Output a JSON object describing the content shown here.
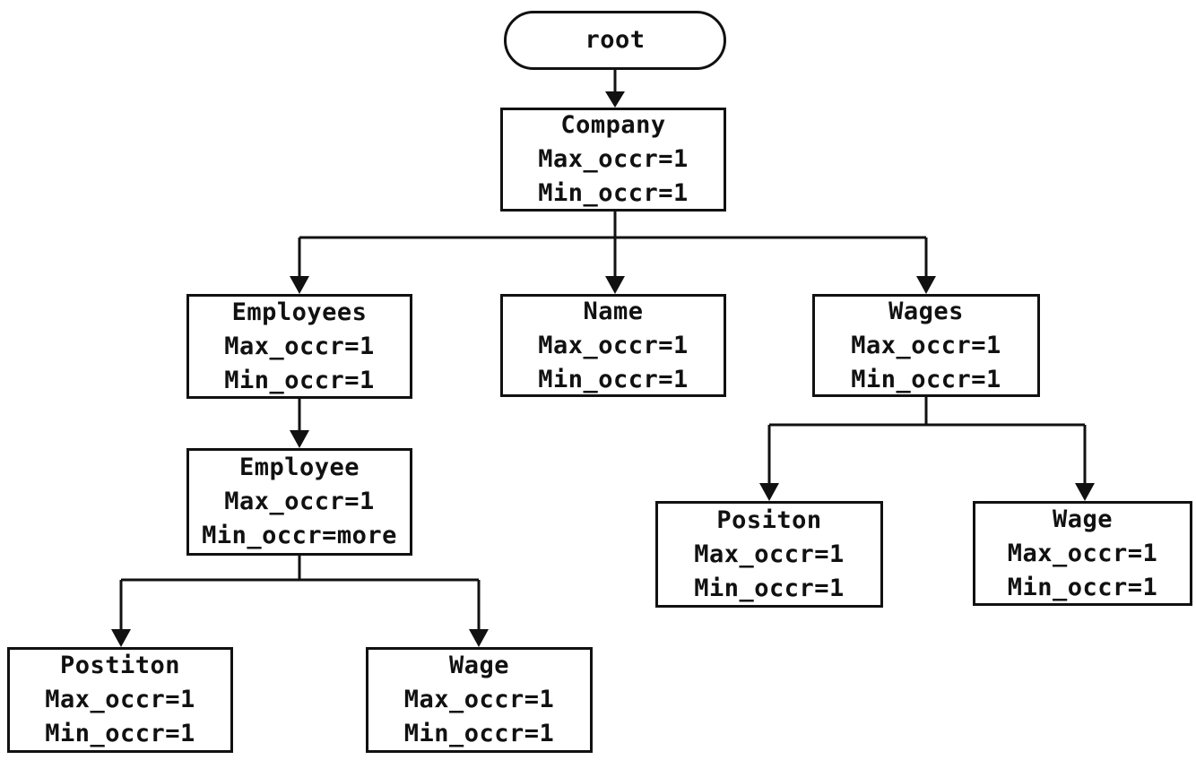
{
  "diagram": {
    "colors": {
      "stroke": "#111111",
      "background": "#ffffff"
    },
    "nodes": {
      "root": {
        "title": "root"
      },
      "company": {
        "title": "Company",
        "attrs": [
          "Max_occr=1",
          "Min_occr=1"
        ]
      },
      "employees": {
        "title": "Employees",
        "attrs": [
          "Max_occr=1",
          "Min_occr=1"
        ]
      },
      "name": {
        "title": "Name",
        "attrs": [
          "Max_occr=1",
          "Min_occr=1"
        ]
      },
      "wages": {
        "title": "Wages",
        "attrs": [
          "Max_occr=1",
          "Min_occr=1"
        ]
      },
      "employee": {
        "title": "Employee",
        "attrs": [
          "Max_occr=1",
          "Min_occr=more"
        ]
      },
      "postiton": {
        "title": "Postiton",
        "attrs": [
          "Max_occr=1",
          "Min_occr=1"
        ]
      },
      "wage_under_employee": {
        "title": "Wage",
        "attrs": [
          "Max_occr=1",
          "Min_occr=1"
        ]
      },
      "positon": {
        "title": "Positon",
        "attrs": [
          "Max_occr=1",
          "Min_occr=1"
        ]
      },
      "wage_under_wages": {
        "title": "Wage",
        "attrs": [
          "Max_occr=1",
          "Min_occr=1"
        ]
      }
    },
    "edges": [
      {
        "from": "root",
        "to": "Company"
      },
      {
        "from": "Company",
        "to": "Employees"
      },
      {
        "from": "Company",
        "to": "Name"
      },
      {
        "from": "Company",
        "to": "Wages"
      },
      {
        "from": "Employees",
        "to": "Employee"
      },
      {
        "from": "Employee",
        "to": "Postiton"
      },
      {
        "from": "Employee",
        "to": "Wage"
      },
      {
        "from": "Wages",
        "to": "Positon"
      },
      {
        "from": "Wages",
        "to": "Wage"
      }
    ]
  }
}
